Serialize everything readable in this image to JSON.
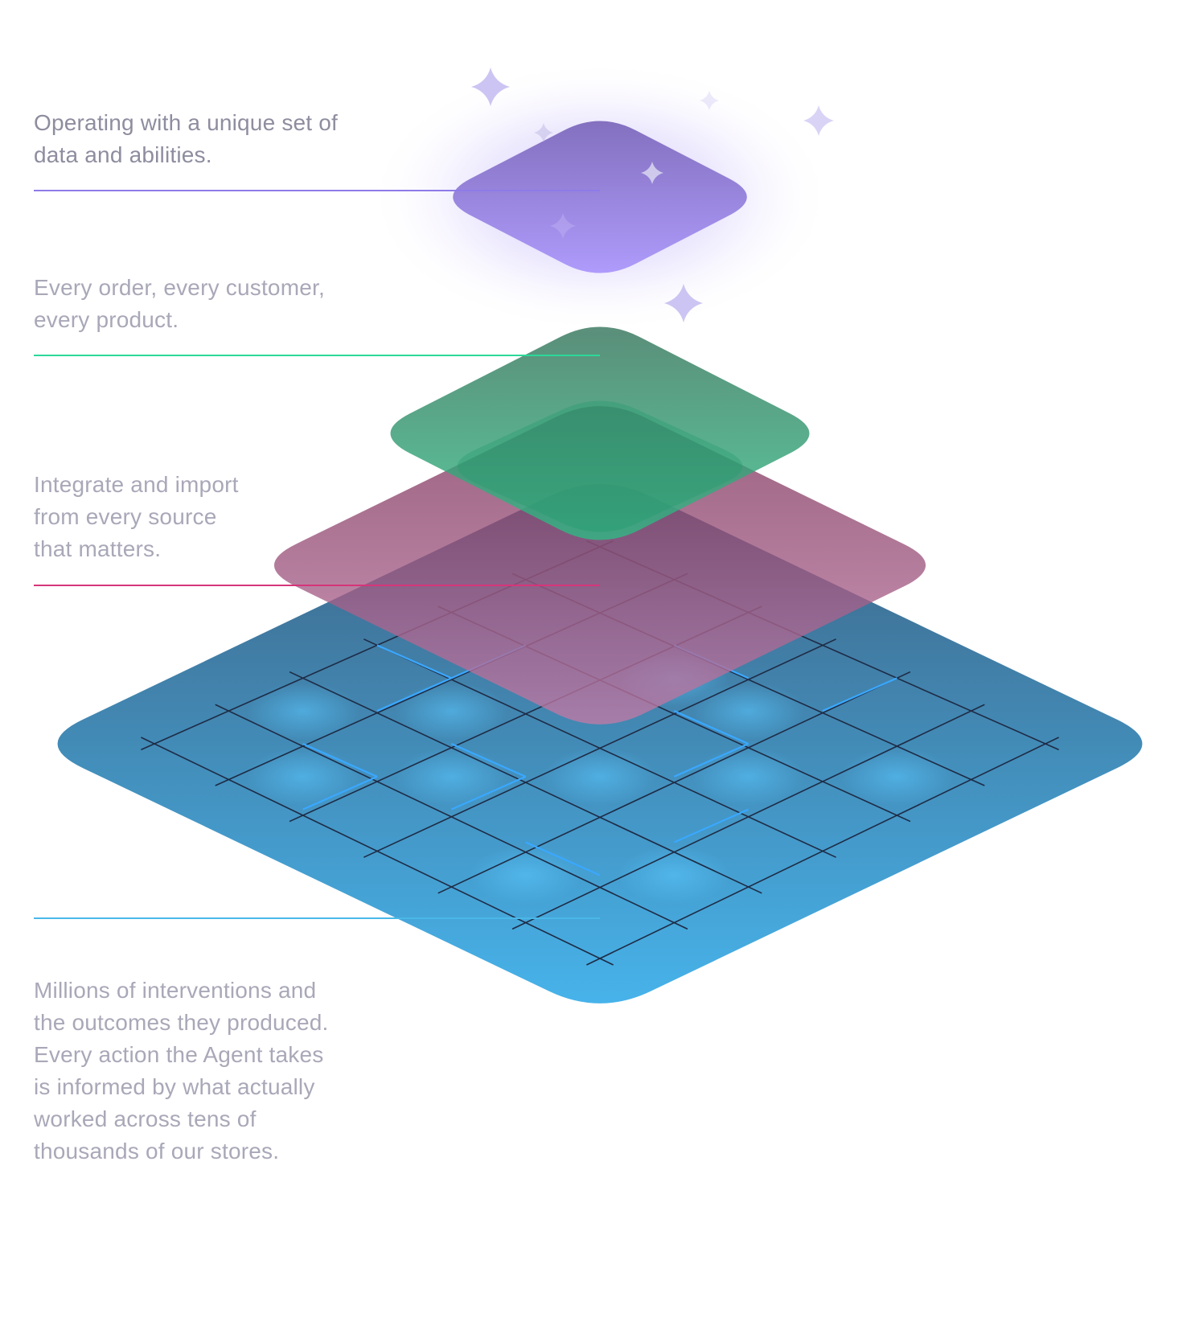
{
  "layers": [
    {
      "id": "agent",
      "caption_lines": [
        "Operating with a unique set of",
        "data and abilities."
      ],
      "color": "#8b6ff0"
    },
    {
      "id": "store",
      "caption_lines": [
        "Every order, every customer,",
        "every product."
      ],
      "color": "#2ec98b"
    },
    {
      "id": "integrations",
      "caption_lines": [
        "Integrate and import",
        "from every source",
        "that matters."
      ],
      "color": "#d4457f"
    },
    {
      "id": "network",
      "caption_lines": [
        "Millions of interventions and",
        "the outcomes they produced.",
        "Every action the Agent takes",
        "is informed by what actually",
        "worked across tens of",
        "thousands of our stores."
      ],
      "color": "#47b3e8"
    }
  ],
  "colors": {
    "caption_text": "#a9a8b8",
    "network_top": "#3f6887",
    "network_bottom": "#47b3ea",
    "integrations_top": "#8a3a5c",
    "integrations_bottom": "#c98aa5",
    "store_top": "#4a8a72",
    "store_bottom": "#58c49a",
    "agent_top": "#8471c2",
    "agent_bottom": "#ad9bf8",
    "sparkle": "#c9c2f2"
  },
  "icons": [
    "sparkle-icon"
  ]
}
